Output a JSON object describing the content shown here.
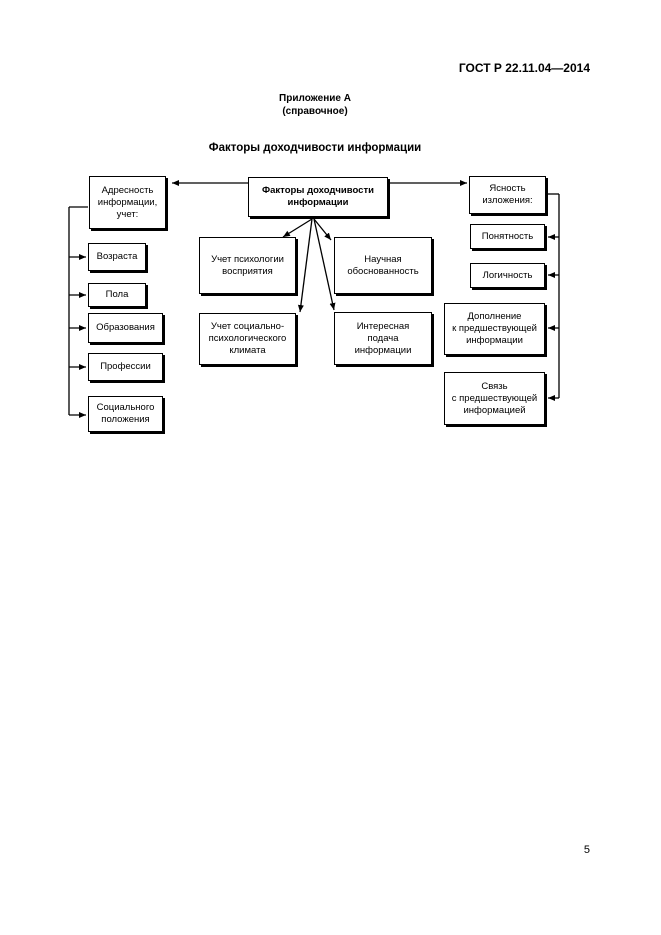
{
  "header": {
    "doc_code": "ГОСТ Р 22.11.04—2014",
    "appendix_title": "Приложение А",
    "appendix_note": "(справочное)",
    "figure_title": "Факторы доходчивости информации"
  },
  "diagram": {
    "center": "Факторы доходчивости\nинформации",
    "left_group": {
      "title": "Адресность\nинформации,\nучет:",
      "items": [
        "Возраста",
        "Пола",
        "Образования",
        "Профессии",
        "Социального\nположения"
      ]
    },
    "right_group": {
      "title": "Ясность\nизложения:",
      "items": [
        "Понятность",
        "Логичность",
        "Дополнение\nк предшествующей\nинформации",
        "Связь\nс предшествующей\nинформацией"
      ]
    },
    "middle_items": [
      "Учет психологии\nвосприятия",
      "Научная\nобоснованность",
      "Учет социально-\nпсихологического\nклимата",
      "Интересная\nподача\nинформации"
    ]
  },
  "footer": {
    "page_number": "5"
  }
}
